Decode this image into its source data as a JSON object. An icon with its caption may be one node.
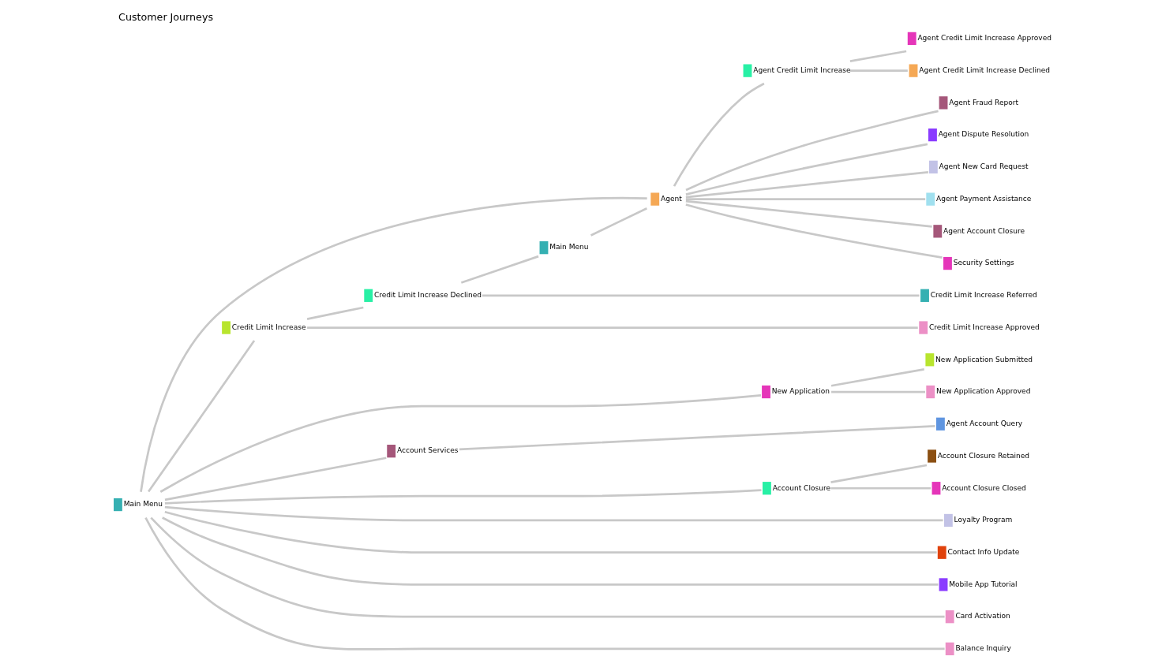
{
  "diagram": {
    "title": "Customer Journeys",
    "nodes": [
      {
        "text": [
          "Main Menu"
        ]
      },
      {
        "text": [
          "Credit Limit Increase"
        ]
      },
      {
        "text": [
          "New Application"
        ]
      },
      {
        "text": [
          "Account Services"
        ]
      },
      {
        "text": [
          "Account Closure"
        ]
      },
      {
        "text": [
          "Credit Limit Increase Declined"
        ]
      },
      {
        "text": [
          "Main Menu"
        ]
      },
      {
        "text": [
          "Agent"
        ]
      },
      {
        "text": [
          "Agent Credit Limit Increase"
        ]
      },
      {
        "text": [
          "Credit Limit Increase Approved"
        ]
      },
      {
        "text": [
          "Agent Credit Limit Increase Approved"
        ]
      },
      {
        "text": [
          "Agent Credit Limit Increase Declined"
        ]
      },
      {
        "text": [
          "Credit Limit Increase Referred"
        ]
      },
      {
        "text": [
          "Agent Fraud Report"
        ]
      },
      {
        "text": [
          "Agent Dispute Resolution"
        ]
      },
      {
        "text": [
          "Agent New Card Request"
        ]
      },
      {
        "text": [
          "Agent Payment Assistance"
        ]
      },
      {
        "text": [
          "Agent Account Closure"
        ]
      },
      {
        "text": [
          "Agent Account Query"
        ]
      },
      {
        "text": [
          "Security Settings"
        ]
      },
      {
        "text": [
          "Loyalty Program"
        ]
      },
      {
        "text": [
          "Contact Info Update"
        ]
      },
      {
        "text": [
          "Mobile App Tutorial"
        ]
      },
      {
        "text": [
          "Card Activation"
        ]
      },
      {
        "text": [
          "New Application Submitted"
        ]
      },
      {
        "text": [
          "New Application Approved"
        ]
      },
      {
        "text": [
          "Balance Inquiry"
        ]
      },
      {
        "text": [
          "Account Closure Retained"
        ]
      },
      {
        "text": [
          "Account Closure Closed"
        ]
      }
    ],
    "edges": [
      {
        "from": 0,
        "to": 7,
        "arrow": "none"
      },
      {
        "from": 0,
        "to": 1,
        "arrow": "none"
      },
      {
        "from": 0,
        "to": 2,
        "arrow": "none"
      },
      {
        "from": 0,
        "to": 3,
        "arrow": "none"
      },
      {
        "from": 0,
        "to": 4,
        "arrow": "none"
      },
      {
        "from": 0,
        "to": 20,
        "arrow": "none"
      },
      {
        "from": 0,
        "to": 21,
        "arrow": "none"
      },
      {
        "from": 0,
        "to": 22,
        "arrow": "none"
      },
      {
        "from": 0,
        "to": 23,
        "arrow": "none"
      },
      {
        "from": 0,
        "to": 26,
        "arrow": "none"
      },
      {
        "from": 1,
        "to": 9,
        "arrow": "none"
      },
      {
        "from": 1,
        "to": 5,
        "arrow": "none"
      },
      {
        "from": 5,
        "to": 6,
        "arrow": "none"
      },
      {
        "from": 5,
        "to": 12,
        "arrow": "none"
      },
      {
        "from": 6,
        "to": 7,
        "arrow": "none"
      },
      {
        "from": 7,
        "to": 13,
        "arrow": "none"
      },
      {
        "from": 7,
        "to": 14,
        "arrow": "none"
      },
      {
        "from": 7,
        "to": 8,
        "arrow": "none"
      },
      {
        "from": 7,
        "to": 15,
        "arrow": "none"
      },
      {
        "from": 7,
        "to": 16,
        "arrow": "none"
      },
      {
        "from": 7,
        "to": 17,
        "arrow": "none"
      },
      {
        "from": 7,
        "to": 19,
        "arrow": "none"
      },
      {
        "from": 8,
        "to": 10,
        "arrow": "none"
      },
      {
        "from": 8,
        "to": 11,
        "arrow": "none"
      },
      {
        "from": 3,
        "to": 18,
        "arrow": "none"
      },
      {
        "from": 2,
        "to": 24,
        "arrow": "none"
      },
      {
        "from": 2,
        "to": 25,
        "arrow": "none"
      },
      {
        "from": 4,
        "to": 27,
        "arrow": "none"
      },
      {
        "from": 4,
        "to": 28,
        "arrow": "none"
      }
    ]
  }
}
